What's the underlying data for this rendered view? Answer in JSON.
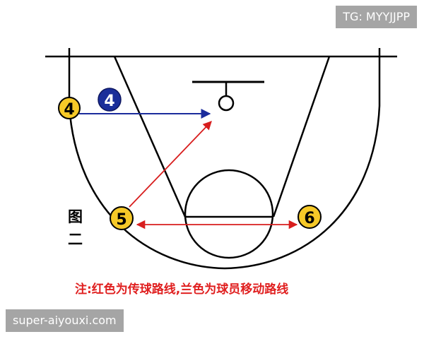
{
  "figure_label": "图二",
  "note": "注:红色为传球路线,兰色为球员移动路线",
  "players": [
    {
      "id": "p4-yellow",
      "number": "4",
      "team": "yellow"
    },
    {
      "id": "p4-blue",
      "number": "4",
      "team": "blue"
    },
    {
      "id": "p5",
      "number": "5",
      "team": "yellow"
    },
    {
      "id": "p6",
      "number": "6",
      "team": "yellow"
    }
  ],
  "colors": {
    "court_line": "#000000",
    "pass_route": "#d81e1e",
    "move_route": "#1b2c9c",
    "yellow_player": "#f6c928",
    "blue_player": "#1a2e9a",
    "note_text": "#e02020"
  },
  "watermarks": {
    "top": "TG: MYYJJPP",
    "bottom": "super-aiyouxi.com"
  }
}
